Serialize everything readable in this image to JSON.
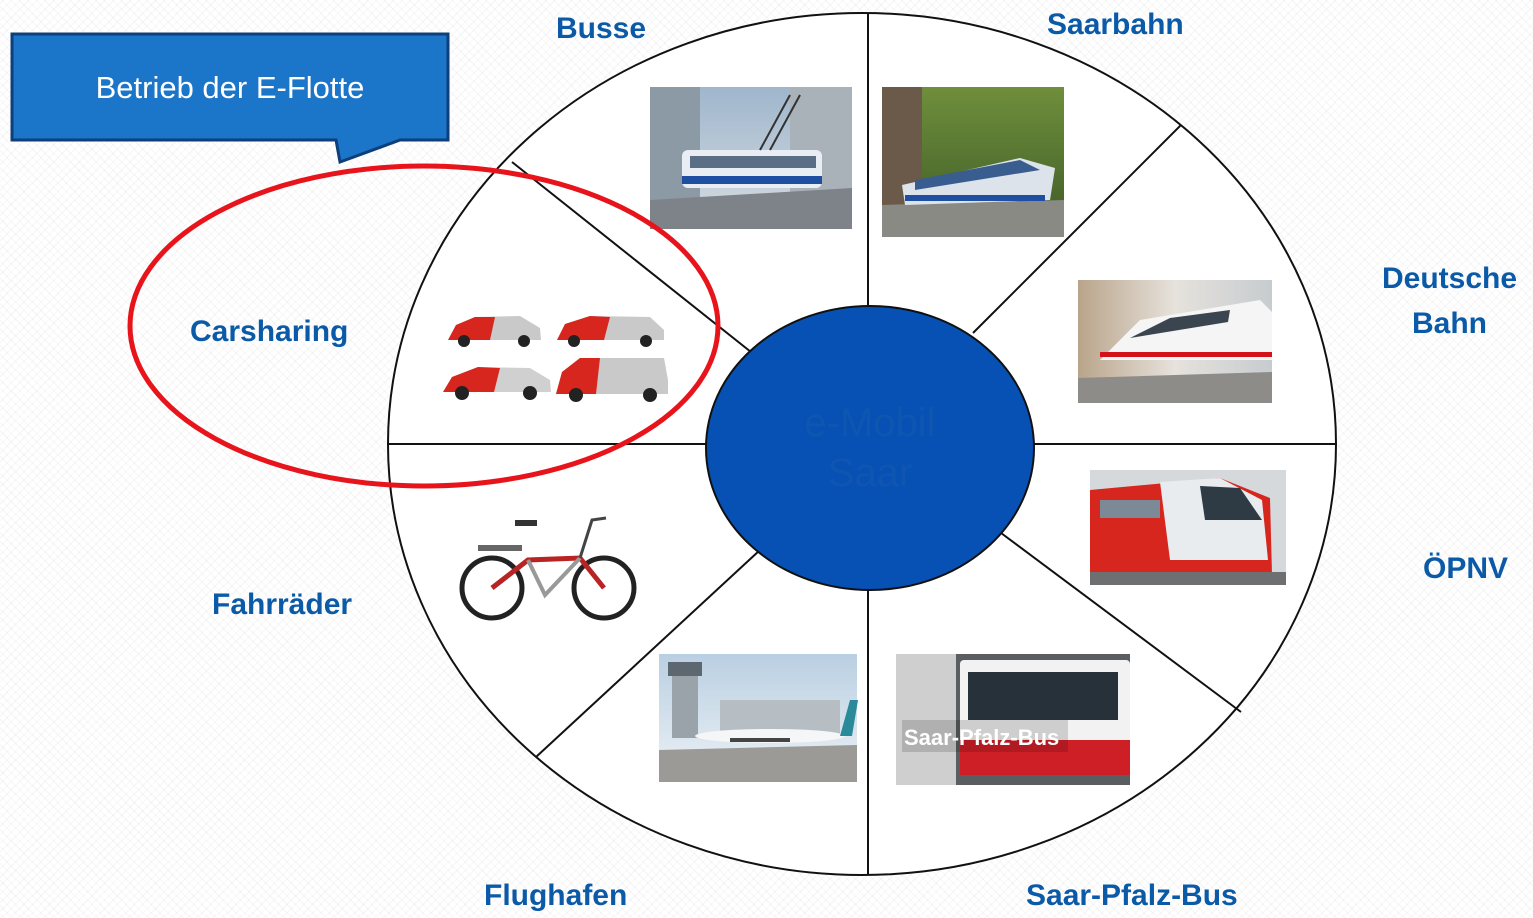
{
  "callout": {
    "text": "Betrieb der E-Flotte",
    "color": "#1b75c9"
  },
  "center": {
    "text_line1": "e-Mobil",
    "text_line2": "Saar",
    "color": "#0751b5"
  },
  "highlight": {
    "color": "#e8141c",
    "target": "Carsharing"
  },
  "segments": [
    {
      "label": "Busse",
      "image": "trolleybus"
    },
    {
      "label": "Saarbahn",
      "image": "tram"
    },
    {
      "label_line1": "Deutsche",
      "label_line2": "Bahn",
      "image": "ice-train"
    },
    {
      "label": "ÖPNV",
      "image": "red-tram"
    },
    {
      "label": "Saar-Pfalz-Bus",
      "image": "red-bus",
      "image_text": "Saar-Pfalz-Bus"
    },
    {
      "label": "Flughafen",
      "image": "airport-plane"
    },
    {
      "label": "Fahrräder",
      "image": "e-bike"
    },
    {
      "label": "Carsharing",
      "image": "car-fleet"
    }
  ],
  "colors": {
    "label": "#0b5aa8",
    "outline": "#111111"
  }
}
